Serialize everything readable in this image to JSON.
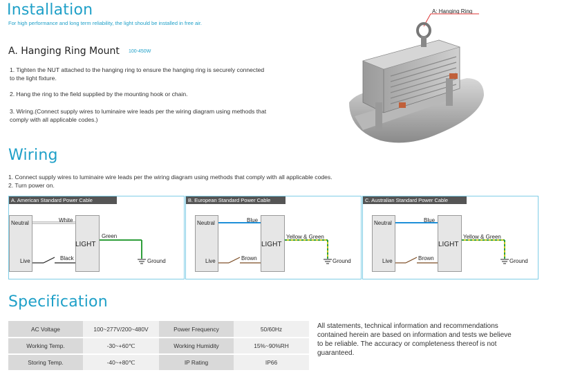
{
  "installation": {
    "title": "Installation",
    "subtitle": "For high performance and long term reliability, the light should be installed in free air."
  },
  "hanging_ring_mount": {
    "heading": "A. Hanging Ring Mount",
    "wattage": "100-450W",
    "steps": [
      "1. Tighten the NUT attached to the hanging ring to ensure the hanging ring is securely connected",
      "to the light fixture.",
      "2. Hang the ring to the field supplied by the mounting hook or chain.",
      "3. Wiring.(Connect supply wires to luminaire wire leads per the wiring diagram using methods that",
      "comply with all applicable codes.)"
    ],
    "image_callout": "A: Hanging Ring"
  },
  "wiring": {
    "title": "Wiring",
    "lines": [
      "1. Connect supply wires to luminaire wire leads per the wiring diagram using methods that comply with all applicable codes.",
      "2. Turn power on."
    ],
    "diagrams": [
      {
        "header": "A. American Standard Power Cable",
        "neutral": "Neutral",
        "live": "Live",
        "light": "LIGHT",
        "neutral_wire": "White",
        "live_wire": "Black",
        "ground_wire": "Green",
        "ground": "Ground",
        "neutral_color": "#ffffff",
        "live_color": "#222222",
        "ground_color": "#2e9e3a"
      },
      {
        "header": "B. European Standard Power Cable",
        "neutral": "Neutral",
        "live": "Live",
        "light": "LIGHT",
        "neutral_wire": "Blue",
        "live_wire": "Brown",
        "ground_wire": "Yellow & Green",
        "ground": "Ground",
        "neutral_color": "#1e8fd8",
        "live_color": "#7a4a22",
        "ground_color": "#c8c81e"
      },
      {
        "header": "C. Australian Standard Power Cable",
        "neutral": "Neutral",
        "live": "Live",
        "light": "LIGHT",
        "neutral_wire": "Blue",
        "live_wire": "Brown",
        "ground_wire": "Yellow & Green",
        "ground": "Ground",
        "neutral_color": "#1e8fd8",
        "live_color": "#7a4a22",
        "ground_color": "#c8c81e"
      }
    ]
  },
  "specification": {
    "title": "Specification",
    "rows": [
      [
        "AC Voltage",
        "100~277V/200~480V",
        "Power Frequency",
        "50/60Hz"
      ],
      [
        "Working Temp.",
        "-30~+60℃",
        "Working Humidity",
        "15%~90%RH"
      ],
      [
        "Storing Temp.",
        "-40~+80℃",
        "IP Rating",
        "IP66"
      ]
    ],
    "disclaimer_lines": [
      "All statements, technical information and recommendations",
      "contained herein are based on information and tests we believe",
      "to be reliable. The accuracy or completeness thereof is not",
      "guaranteed."
    ]
  },
  "colors": {
    "accent": "#1fa0c8",
    "panel_border": "#7fcde6",
    "panel_header": "#555555"
  }
}
